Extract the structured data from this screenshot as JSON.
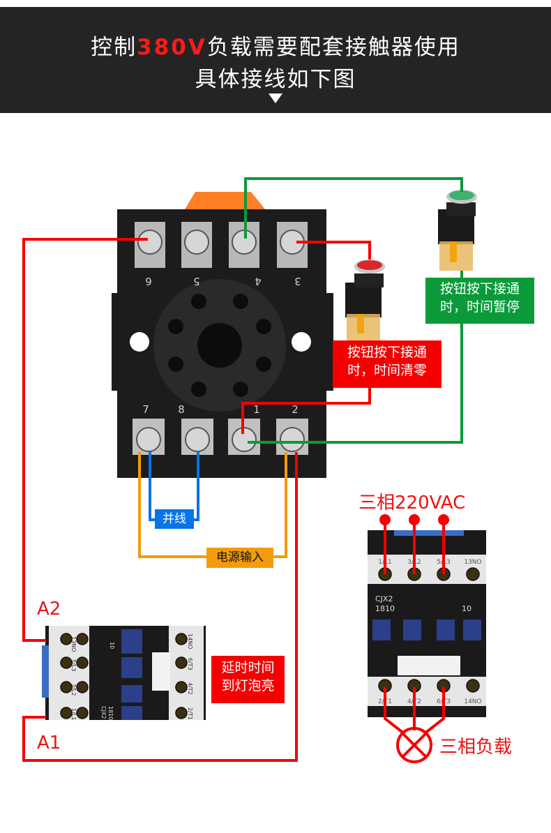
{
  "header": {
    "line1_prefix": "控制",
    "line1_highlight": "380V",
    "line1_suffix": "负载需要配套接触器使用",
    "line2": "具体接线如下图",
    "arrow_icon": "down-triangle-icon"
  },
  "relay_socket": {
    "top_terminals": [
      "6",
      "5",
      "4",
      "3"
    ],
    "bottom_terminals": [
      "7",
      "8",
      "1",
      "2"
    ]
  },
  "buttons": {
    "green": {
      "caption": [
        "按钮按下接通",
        "时，时间暂停"
      ],
      "color": "#0a9a3a"
    },
    "red": {
      "caption": [
        "按钮按下接通",
        "时，时间清零"
      ],
      "color": "#f40000"
    }
  },
  "labels": {
    "parallel": "并线",
    "power_input": "电源输入",
    "a2": "A2",
    "a1": "A1",
    "delay_note": [
      "延时时间",
      "到灯泡亮"
    ],
    "three_phase_supply": "三相220VAC",
    "three_phase_load": "三相负载"
  },
  "contactor_left": {
    "model": [
      "CJX2",
      "1810"
    ],
    "code": "10",
    "left_terminals": [
      "13NO",
      "5/L3",
      "3/L2",
      "1/L1"
    ],
    "right_terminals": [
      "14NO",
      "6/T3",
      "4/T2",
      "2/T1"
    ]
  },
  "contactor_right": {
    "model": [
      "CJX2",
      "1810"
    ],
    "code": "10",
    "top_terminals": [
      "1/L1",
      "3/L2",
      "5/L3",
      "13NO"
    ],
    "bottom_terminals": [
      "2/T1",
      "4/T2",
      "6/T3",
      "14NO"
    ]
  },
  "colors": {
    "red_wire": "#f40000",
    "green_wire": "#0a9a3a",
    "blue_wire": "#0a73e6",
    "orange_wire": "#f29b0c",
    "header_bg": "#242424"
  }
}
